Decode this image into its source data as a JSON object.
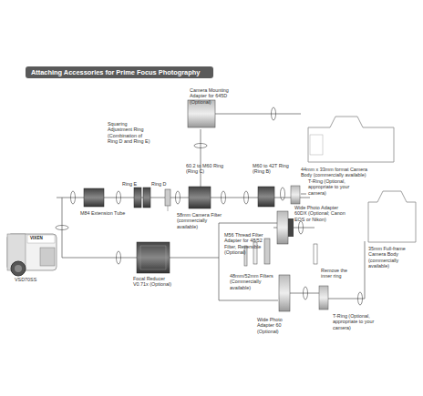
{
  "diagram": {
    "title": "Attaching Accessories for Prime Focus Photography",
    "labels": [
      "Camera Mounting Adapter for 645D (Optional)",
      "44mm x 33mm format Camera Body (commercially available)",
      "Squaring Adjustment Ring (Combination of Ring D and Ring E)",
      "Ring E",
      "Ring D",
      "60.2 to M60 Ring (Ring C)",
      "M60 to 42T Ring (Ring B)",
      "T-Ring (Optional, appropriate to your camera)",
      "M84 Extension Tube",
      "58mm Camera Filter (commercially available)",
      "Wide Photo Adapter 60DX (Optional; Canon EOS or Nikon)",
      "35mm Full-frame Camera Body (commercially available)",
      "M56 Thread Filter Adapter for 48/52 Filter, Reversible (Optional)",
      "Remove the inner ring",
      "48mm/52mm Filters (Commercially available)",
      "VSD70SS",
      "Focal Reducer V0.71x (Optional)",
      "T-Ring (Optional, appropriate to your camera)",
      "Wide Photo Adapter 60 (Optional)",
      "VIXEN"
    ]
  }
}
